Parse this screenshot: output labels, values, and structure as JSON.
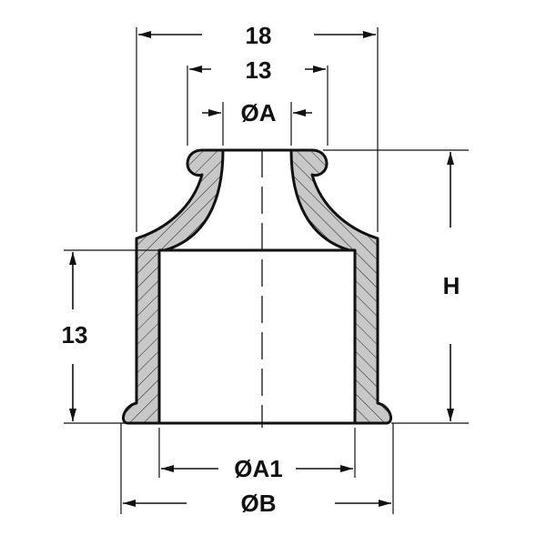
{
  "labels": {
    "overall_top_width": "18",
    "top_width": "13",
    "top_inner_diameter": "ØA",
    "height": "H",
    "cavity_height": "13",
    "cavity_diameter": "ØA1",
    "base_diameter": "ØB"
  },
  "colors": {
    "section_fill": "#c8c8c8",
    "line": "#111111"
  }
}
